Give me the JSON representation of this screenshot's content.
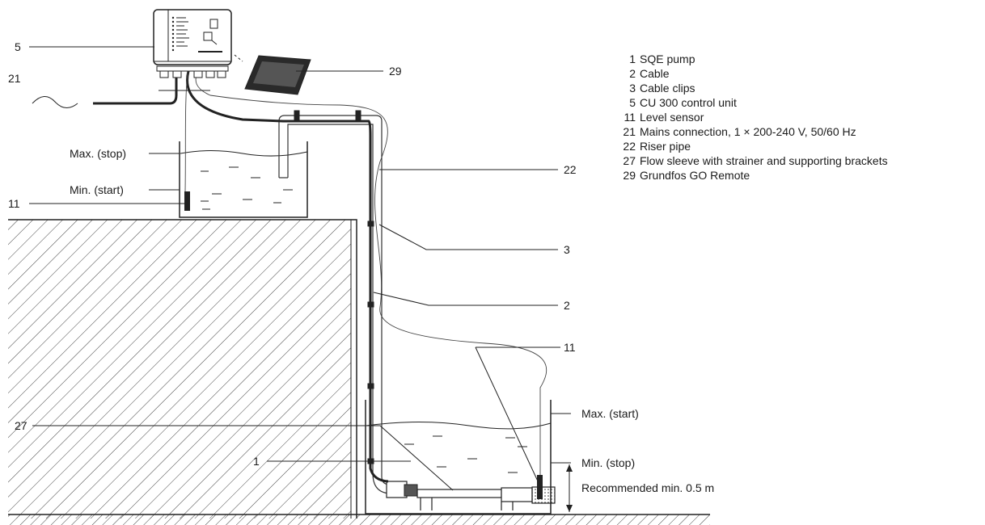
{
  "callouts": {
    "c5": "5",
    "c21": "21",
    "c29": "29",
    "c22": "22",
    "c11a": "11",
    "c3": "3",
    "c2": "2",
    "c11b": "11",
    "c27": "27",
    "c1": "1"
  },
  "tank_labels": {
    "upper_max": "Max. (stop)",
    "upper_min": "Min. (start)",
    "lower_max": "Max. (start)",
    "lower_min": "Min. (stop)",
    "recommended": "Recommended min. 0.5 m"
  },
  "legend": [
    {
      "num": "1",
      "text": "SQE pump"
    },
    {
      "num": "2",
      "text": "Cable"
    },
    {
      "num": "3",
      "text": "Cable clips"
    },
    {
      "num": "5",
      "text": "CU 300 control unit"
    },
    {
      "num": "11",
      "text": "Level sensor"
    },
    {
      "num": "21",
      "text": "Mains connection, 1 × 200-240 V, 50/60 Hz"
    },
    {
      "num": "22",
      "text": "Riser pipe"
    },
    {
      "num": "27",
      "text": "Flow sleeve with strainer and supporting brackets"
    },
    {
      "num": "29",
      "text": "Grundfos GO Remote"
    }
  ]
}
